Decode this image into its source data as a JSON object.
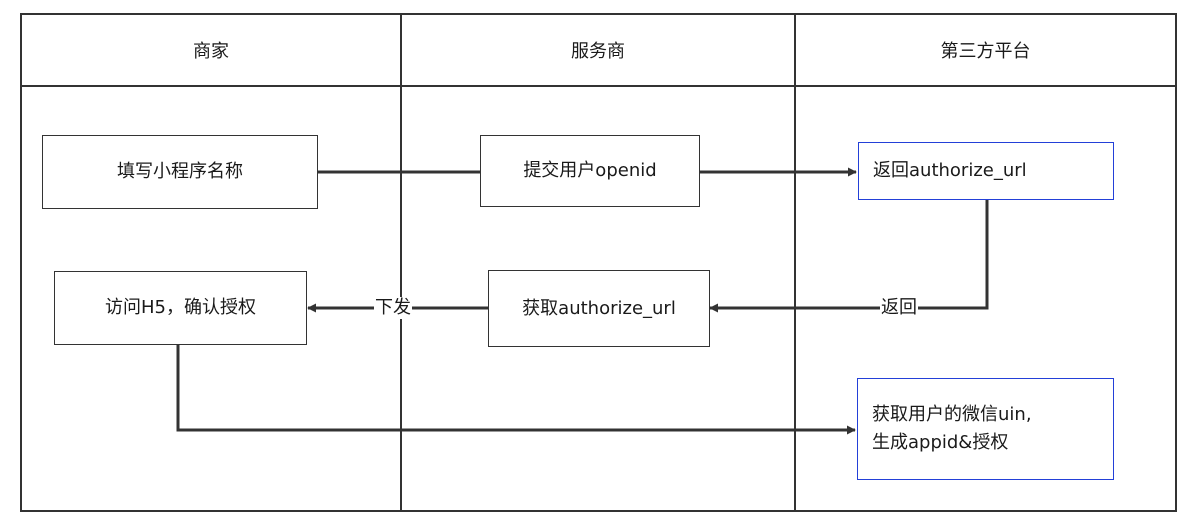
{
  "lanes": {
    "merchant": "商家",
    "provider": "服务商",
    "platform": "第三方平台"
  },
  "nodes": {
    "fill_name": "填写小程序名称",
    "submit_openid": "提交用户openid",
    "return_url": "返回authorize_url",
    "get_url": "获取authorize_url",
    "visit_h5": "访问H5，确认授权",
    "final_line1": "获取用户的微信uin,",
    "final_line2": "生成appid&授权"
  },
  "edges": {
    "return_label": "返回",
    "issue_label": "下发"
  },
  "colors": {
    "line": "#333333",
    "highlight_border": "#2340d8"
  }
}
